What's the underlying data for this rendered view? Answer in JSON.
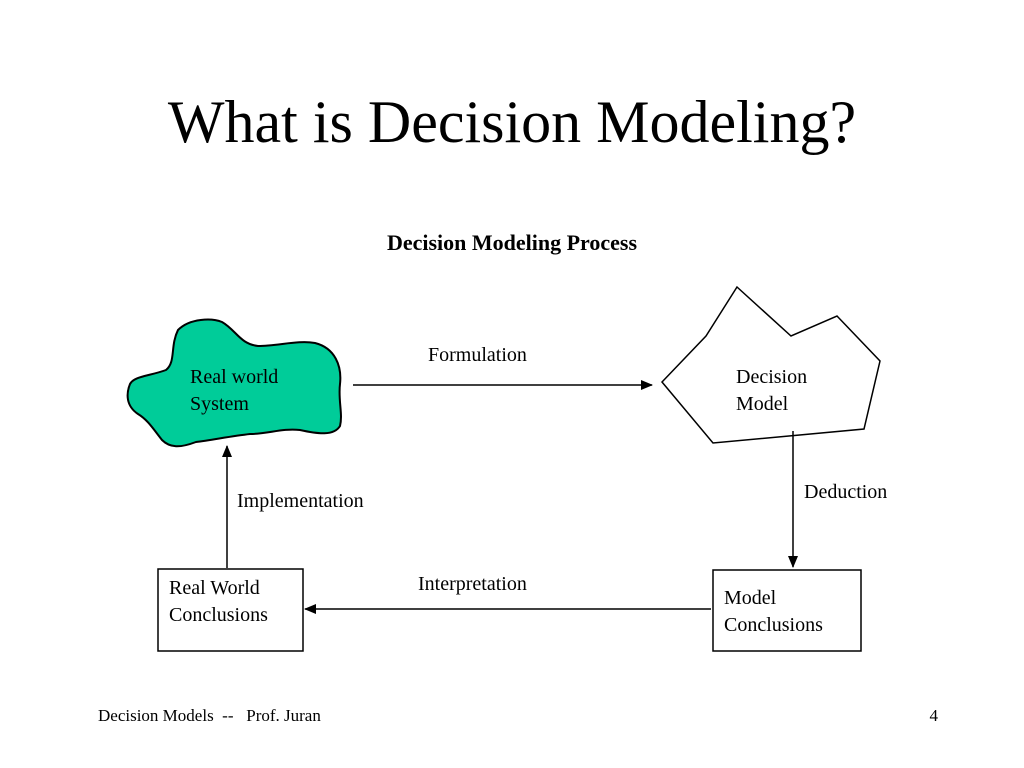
{
  "slide": {
    "title": "What is Decision Modeling?",
    "subtitle": "Decision Modeling Process"
  },
  "diagram": {
    "nodes": {
      "real_world_system": {
        "line1": "Real world",
        "line2": "System",
        "fill": "#00CC99"
      },
      "decision_model": {
        "line1": "Decision",
        "line2": "Model"
      },
      "real_world_conclusions": {
        "line1": "Real World",
        "line2": "Conclusions"
      },
      "model_conclusions": {
        "line1": "Model",
        "line2": "Conclusions"
      }
    },
    "edges": {
      "formulation": "Formulation",
      "deduction": "Deduction",
      "interpretation": "Interpretation",
      "implementation": "Implementation"
    }
  },
  "footer": {
    "left": "Decision Models  --   Prof. Juran",
    "page_number": "4"
  }
}
